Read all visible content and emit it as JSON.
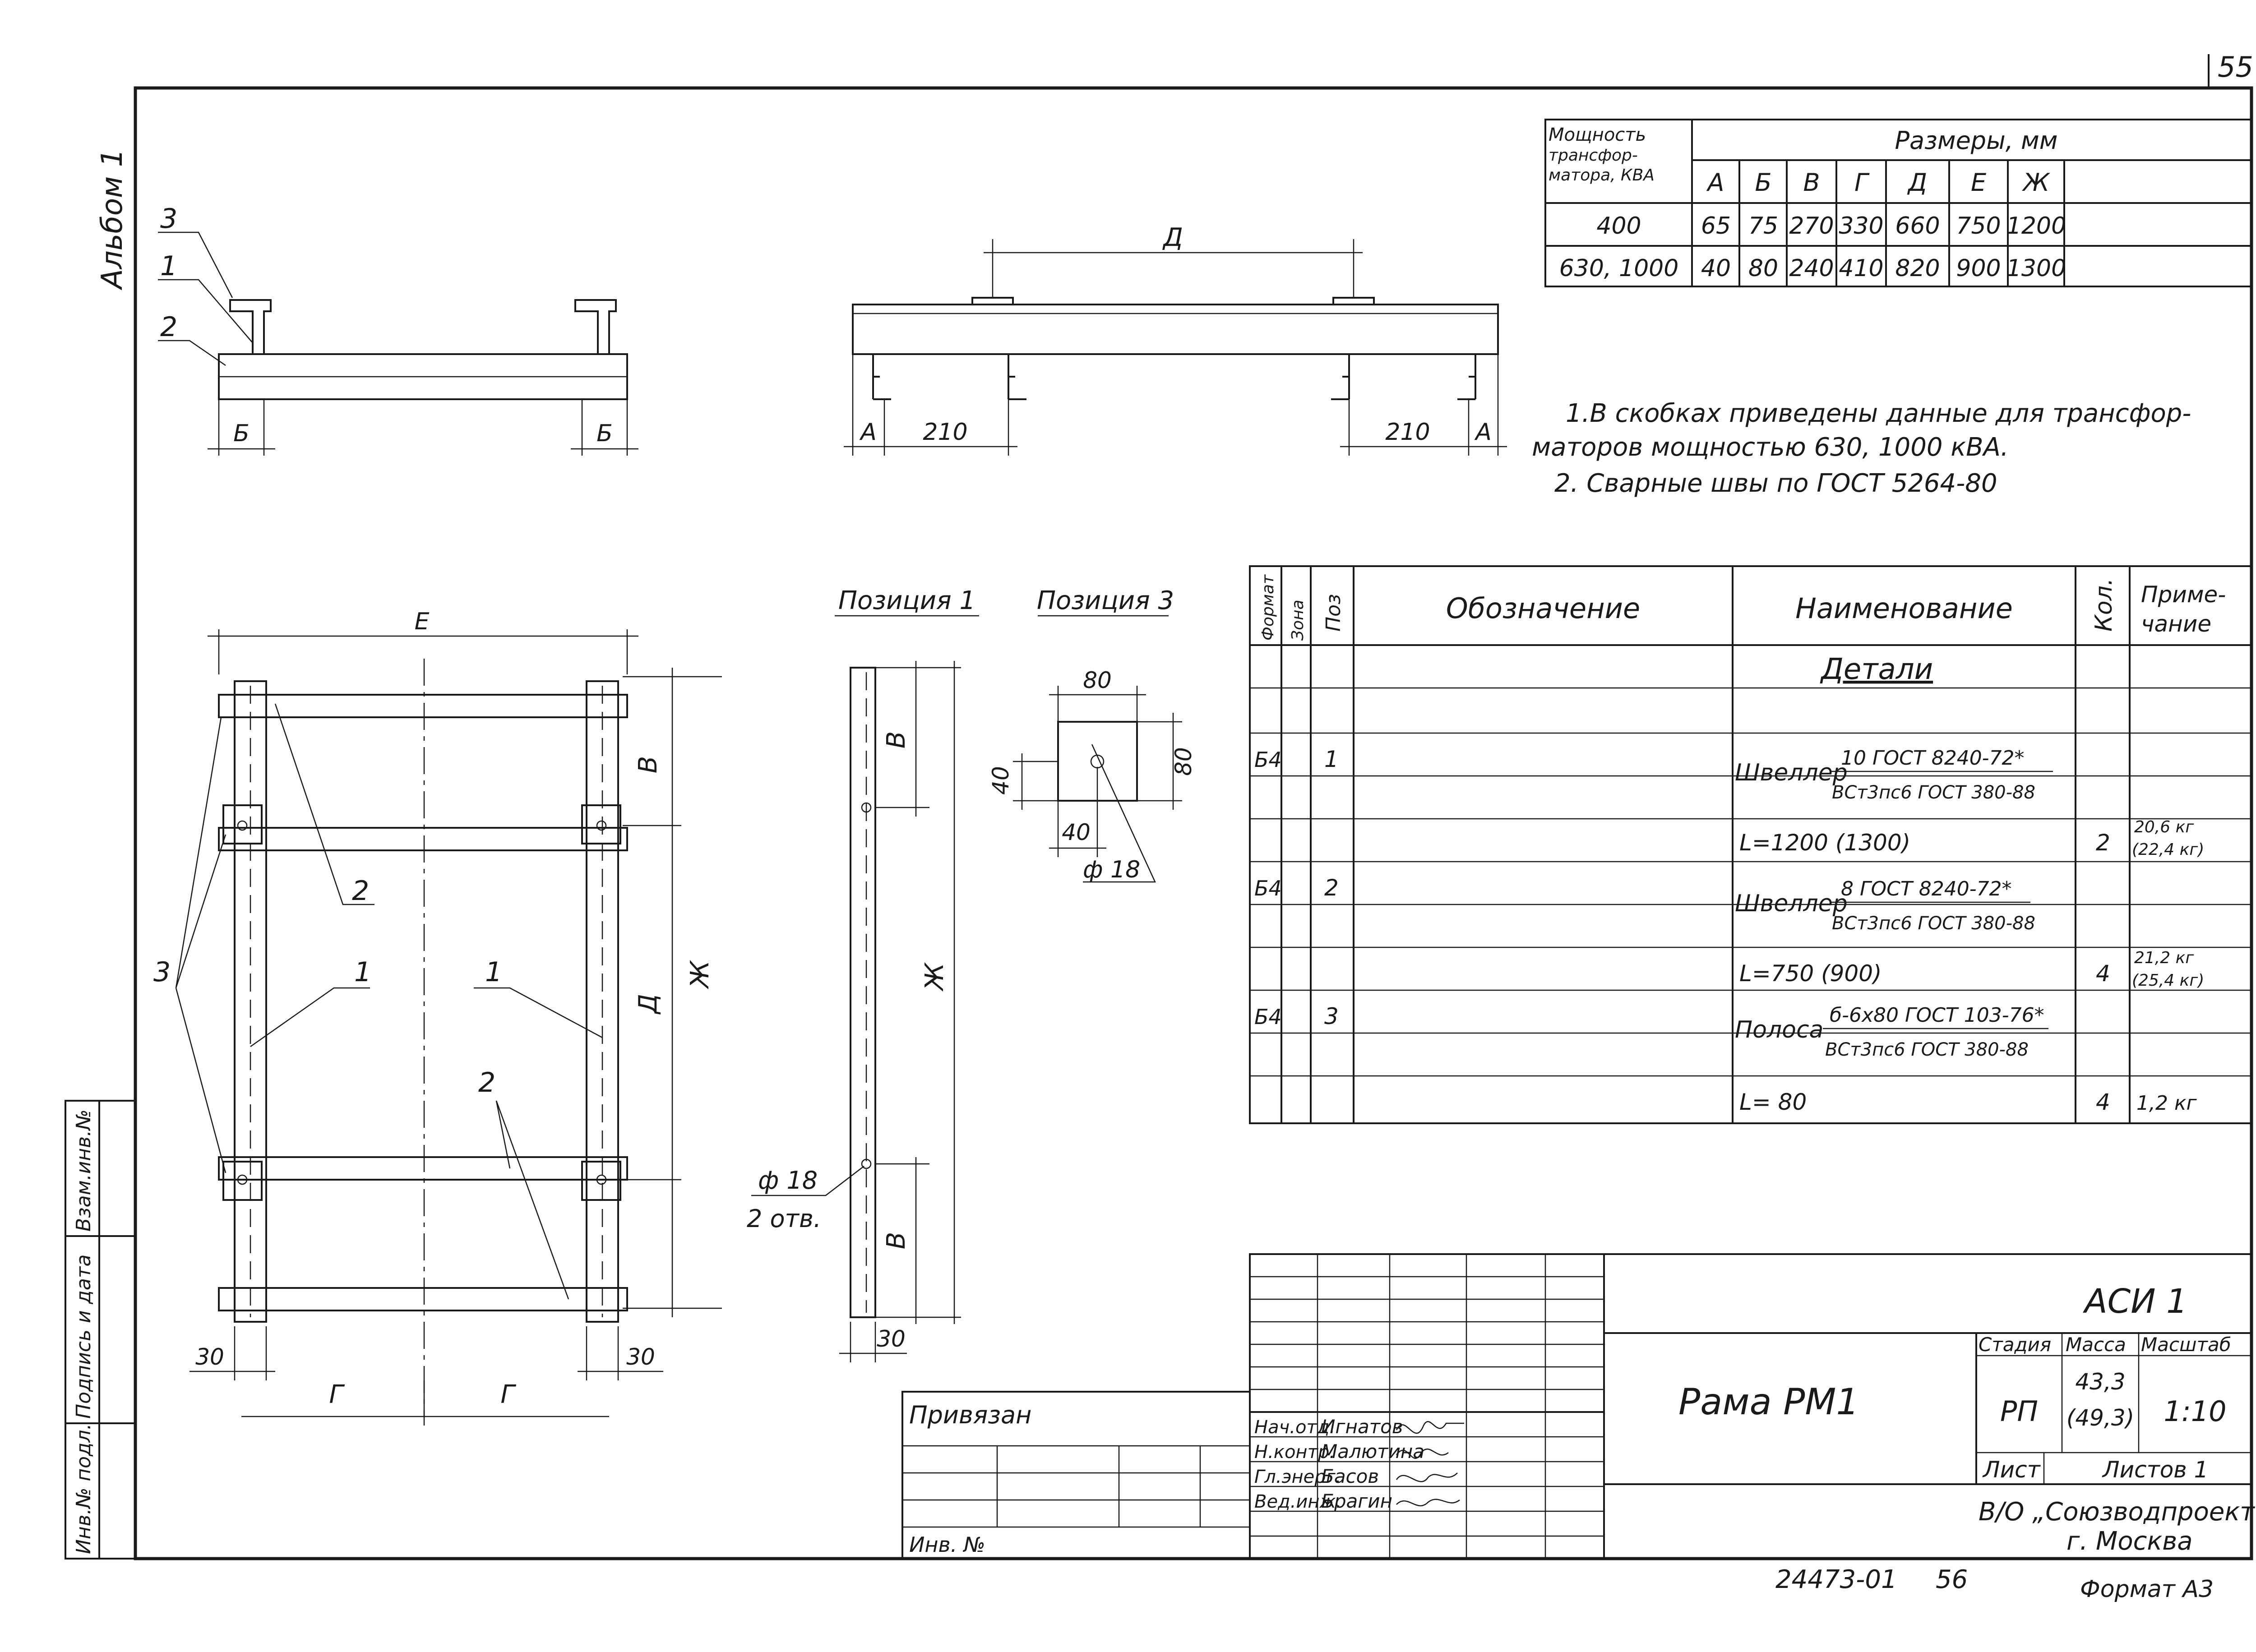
{
  "sheet": {
    "page_number": "55",
    "album_label": "Альбом 1",
    "drawing_code": "АСИ 1",
    "title": "Рама РМ1",
    "archive_number": "24473-01",
    "archive_page": "56",
    "format": "Формат А3",
    "organization_line1": "В/О „Союзводпроект”",
    "organization_line2": "г. Москва",
    "bound_label": "Привязан",
    "inv_label": "Инв. №"
  },
  "side_stamp": {
    "cells": [
      "Инв.№ подл.",
      "Подпись и дата",
      "Взам.инв.№"
    ]
  },
  "title_block": {
    "roles": [
      "Нач.отд.",
      "Н.контр.",
      "Гл.энерг.",
      "Вед.инж."
    ],
    "names": [
      "Игнатов",
      "Малютина",
      "Басов",
      "Брагин"
    ],
    "stage_header": "Стадия",
    "mass_header": "Масса",
    "scale_header": "Масштаб",
    "stage": "РП",
    "mass_line1": "43,3",
    "mass_line2": "(49,3)",
    "scale": "1:10",
    "sheet_label": "Лист",
    "sheets_label": "Листов 1"
  },
  "dims_table": {
    "header_power_lines": [
      "Мощность",
      "трансфор-",
      "матора, КВА"
    ],
    "header_sizes": "Размеры, мм",
    "columns": [
      "А",
      "Б",
      "В",
      "Г",
      "Д",
      "Е",
      "Ж"
    ],
    "rows": [
      {
        "power": "400",
        "values": [
          "65",
          "75",
          "270",
          "330",
          "660",
          "750",
          "1200"
        ]
      },
      {
        "power": "630, 1000",
        "values": [
          "40",
          "80",
          "240",
          "410",
          "820",
          "900",
          "1300"
        ]
      }
    ]
  },
  "notes": [
    "1.В скобках приведены данные для трансфор-",
    "маторов мощностью 630, 1000 кВА.",
    "2. Сварные швы по ГОСТ 5264-80"
  ],
  "spec_table": {
    "headers": {
      "format": "Формат",
      "zone": "Зона",
      "pos": "Поз",
      "designation": "Обозначение",
      "name": "Наименование",
      "qty": "Кол.",
      "note_line1": "Приме-",
      "note_line2": "чание"
    },
    "section": "Детали",
    "items": [
      {
        "format": "Б4",
        "pos": "1",
        "prefix": "Швеллер",
        "upper": "10 ГОСТ 8240-72*",
        "lower": "ВСт3пс6 ГОСТ 380-88",
        "length": "L=1200 (1300)",
        "qty": "2",
        "note1": "20,6 кг",
        "note2": "(22,4 кг)"
      },
      {
        "format": "Б4",
        "pos": "2",
        "prefix": "Швеллер",
        "upper": "8 ГОСТ 8240-72*",
        "lower": "ВСт3пс6 ГОСТ 380-88",
        "length": "L=750 (900)",
        "qty": "4",
        "note1": "21,2 кг",
        "note2": "(25,4 кг)"
      },
      {
        "format": "Б4",
        "pos": "3",
        "prefix": "Полоса",
        "upper": "б-6х80 ГОСТ 103-76*",
        "lower": "ВСт3пс6 ГОСТ 380-88",
        "length": "L= 80",
        "qty": "4",
        "note1": "1,2 кг",
        "note2": ""
      }
    ]
  },
  "drawing": {
    "dim_A": "А",
    "dim_B": "Б",
    "dim_V": "В",
    "dim_G": "Г",
    "dim_D": "Д",
    "dim_E": "Е",
    "dim_Zh": "Ж",
    "dim_210": "210",
    "dim_30": "30",
    "dim_40": "40",
    "dim_80": "80",
    "hole": "ф 18",
    "holes_count": "2 отв.",
    "pos1_title": "Позиция 1",
    "pos3_title": "Позиция 3",
    "callout_1": "1",
    "callout_2": "2",
    "callout_3": "3"
  }
}
